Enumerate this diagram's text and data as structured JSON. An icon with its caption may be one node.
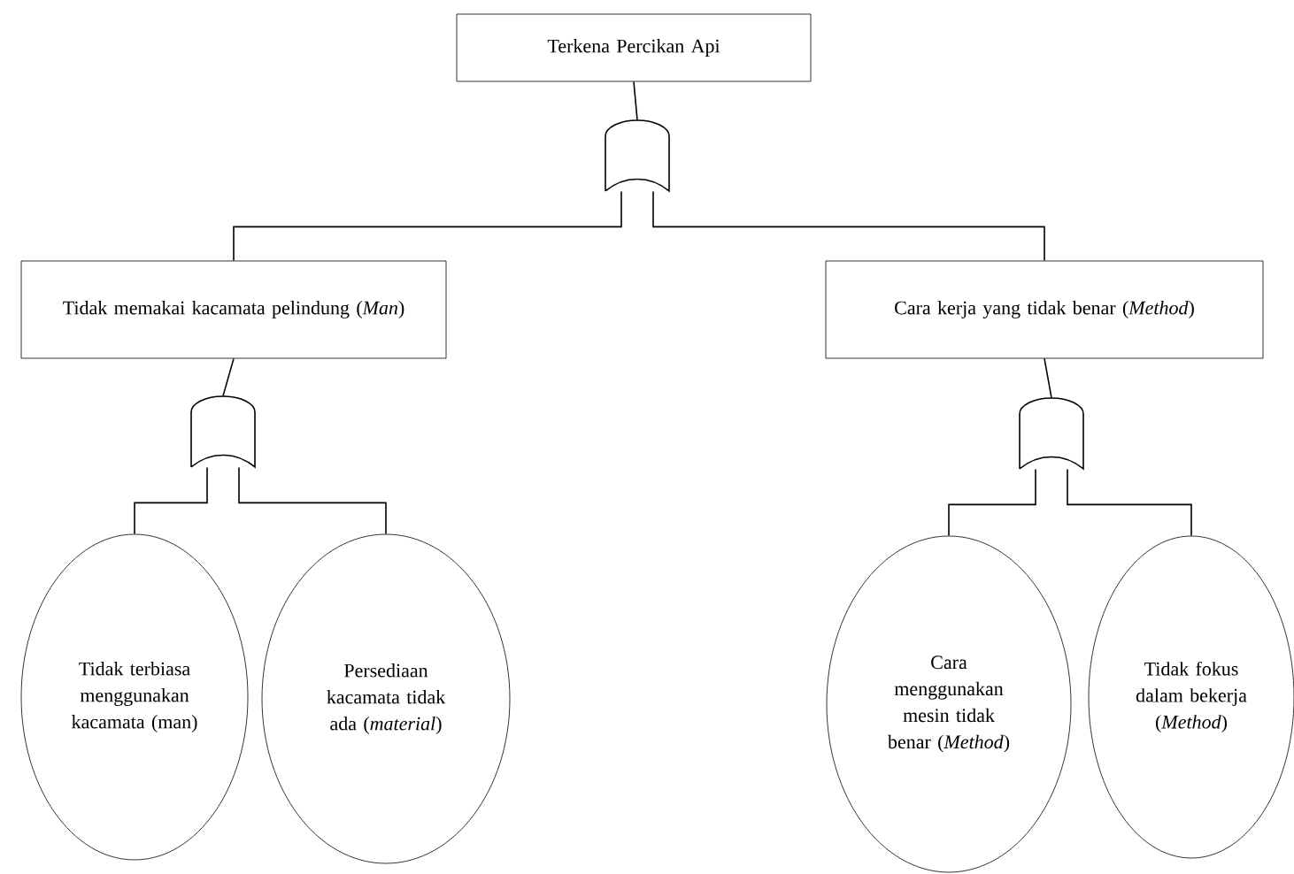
{
  "diagram": {
    "nodes": [
      {
        "text": [
          "Terkena Percikan Api"
        ]
      },
      {
        "text": [],
        "shape": "gate"
      },
      {
        "text": [
          "Tidak memakai kacamata pelindung (*Man*)"
        ]
      },
      {
        "text": [
          "Cara kerja yang tidak benar (*Method*)"
        ]
      },
      {
        "text": [],
        "shape": "gate"
      },
      {
        "text": [],
        "shape": "gate"
      },
      {
        "text": [
          "Tidak terbiasa menggunakan kacamata (man)"
        ]
      },
      {
        "text": [
          "Persediaan kacamata tidak ada (*material*)"
        ]
      },
      {
        "text": [
          "Cara menggunakan mesin tidak benar (*Method*)"
        ]
      },
      {
        "text": [
          "Tidak fokus dalam bekerja (*Method*)"
        ]
      }
    ],
    "edges": [
      {
        "from": 1,
        "to": 0,
        "arrow": "none"
      },
      {
        "from": 1,
        "to": 2,
        "arrow": "none"
      },
      {
        "from": 1,
        "to": 3,
        "arrow": "none"
      },
      {
        "from": 4,
        "to": 2,
        "arrow": "none"
      },
      {
        "from": 4,
        "to": 6,
        "arrow": "none"
      },
      {
        "from": 4,
        "to": 7,
        "arrow": "none"
      },
      {
        "from": 5,
        "to": 3,
        "arrow": "none"
      },
      {
        "from": 5,
        "to": 8,
        "arrow": "none"
      },
      {
        "from": 5,
        "to": 9,
        "arrow": "none"
      }
    ]
  }
}
